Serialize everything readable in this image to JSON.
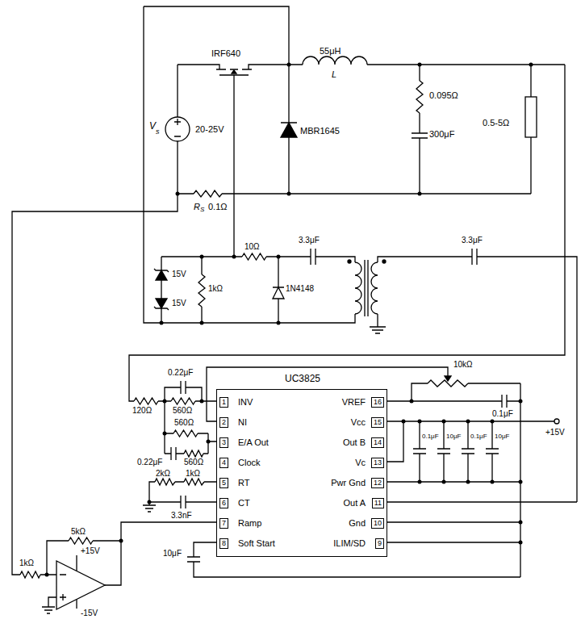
{
  "diagram": {
    "nodes": [
      {
        "text": [
          "UC3825",
          "1",
          "INV",
          "2",
          "NI",
          "3",
          "E/A Out",
          "4",
          "Clock",
          "5",
          "RT",
          "6",
          "CT",
          "7",
          "Ramp",
          "8",
          "Soft Start",
          "16",
          "VREF",
          "15",
          "Vcc",
          "14",
          "Out B",
          "13",
          "Vc",
          "12",
          "Pwr Gnd",
          "11",
          "Out A",
          "10",
          "Gnd",
          "9",
          "ILIM/SD"
        ]
      }
    ],
    "labels": [
      "IRF640",
      "55μH",
      "L",
      "V",
      "s",
      "20-25V",
      "MBR1645",
      "0.095Ω",
      "300μF",
      "0.5-5Ω",
      "R",
      "S",
      "0.1Ω",
      "10Ω",
      "3.3μF",
      "3.3μF",
      "15V",
      "15V",
      "1kΩ",
      "1N4148",
      "0.22μF",
      "120Ω",
      "560Ω",
      "560Ω",
      "560Ω",
      "0.22μF",
      "2kΩ",
      "1kΩ",
      "3.3nF",
      "10μF",
      "1kΩ",
      "5kΩ",
      "+15V",
      "-15V",
      "10kΩ",
      "0.1μF",
      "0.1μF",
      "10μF",
      "0.1μF",
      "10μF",
      "+15V"
    ]
  }
}
